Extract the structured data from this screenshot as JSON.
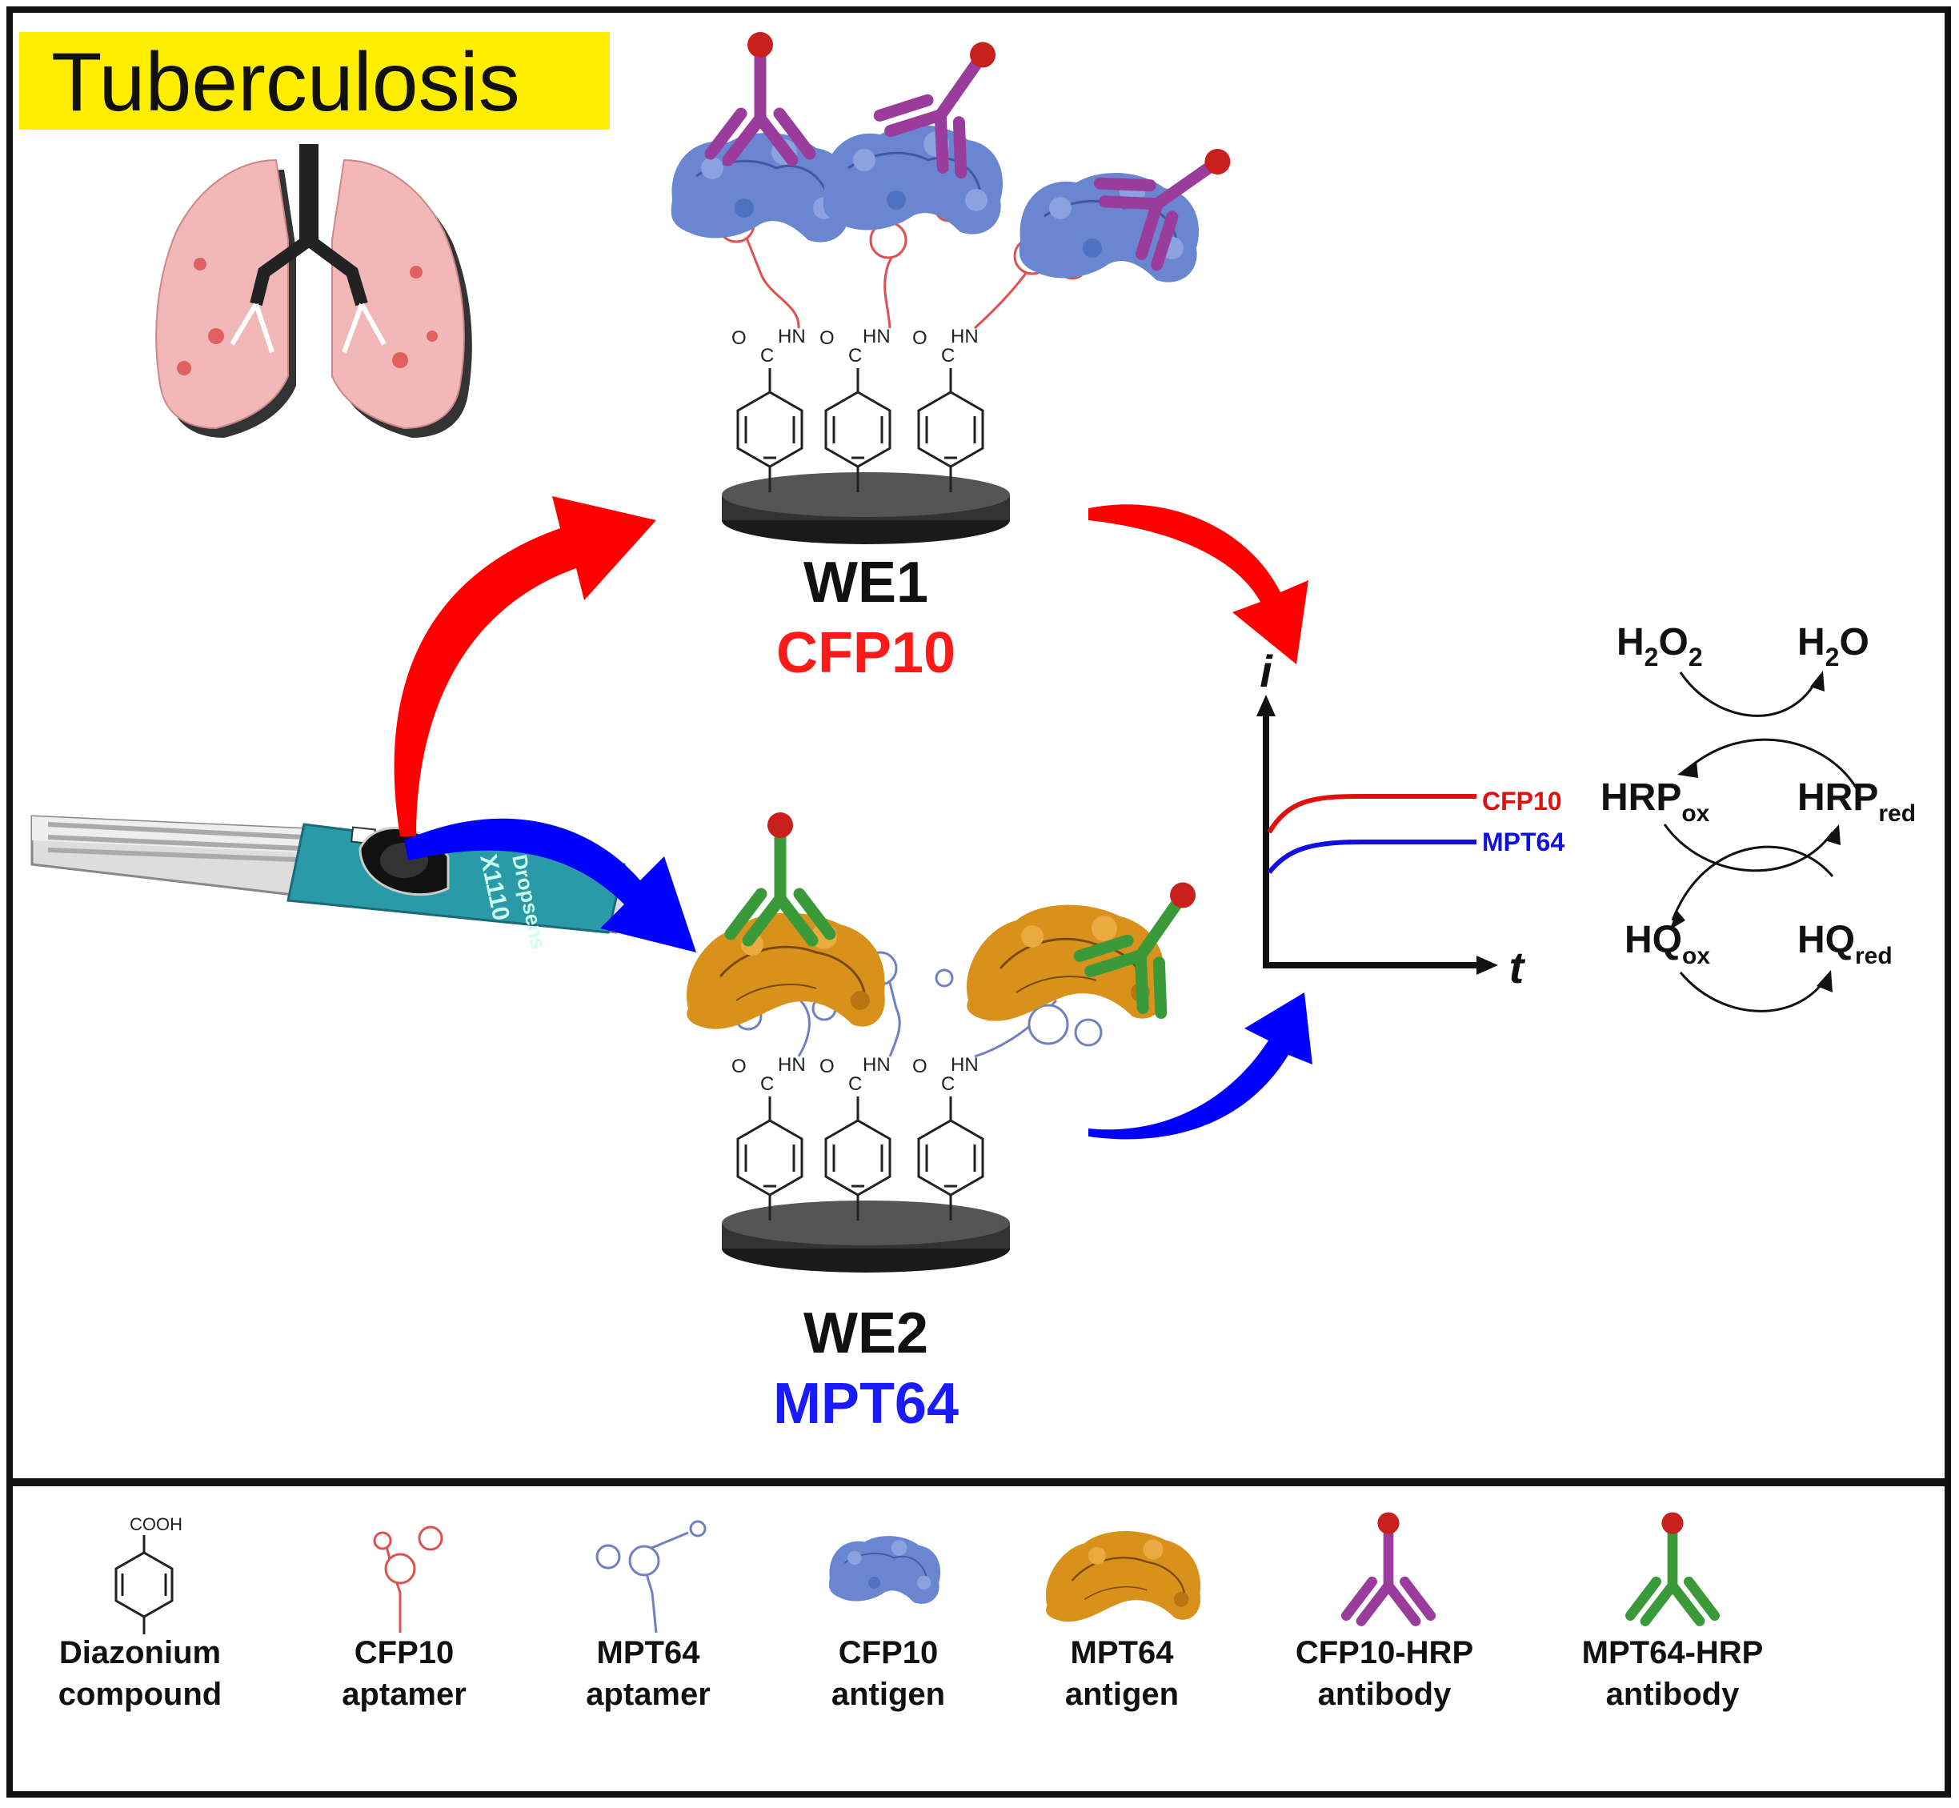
{
  "title": "Tuberculosis",
  "electrodes": [
    {
      "id": "WE1",
      "label": "WE1",
      "target": "CFP10",
      "color": "#ff1a1a"
    },
    {
      "id": "WE2",
      "label": "WE2",
      "target": "MPT64",
      "color": "#1a1aff"
    }
  ],
  "chem": {
    "amide": "HN",
    "carbonyl_o": "O",
    "carbonyl_c": "C",
    "cooh": "COOH"
  },
  "strip_text": [
    "Dropsens",
    "X1110"
  ],
  "plot": {
    "y_axis": "i",
    "x_axis": "t",
    "series": [
      {
        "name": "CFP10",
        "color": "#e01010"
      },
      {
        "name": "MPT64",
        "color": "#1010e0"
      }
    ]
  },
  "cycle": {
    "h2o2": {
      "base": "H",
      "sub1": "2",
      "mid": "O",
      "sub2": "2"
    },
    "h2o": {
      "base": "H",
      "sub1": "2",
      "mid": "O"
    },
    "hrp_ox": {
      "base": "HRP",
      "sub": "ox"
    },
    "hrp_red": {
      "base": "HRP",
      "sub": "red"
    },
    "hq_ox": {
      "base": "HQ",
      "sub": "ox"
    },
    "hq_red": {
      "base": "HQ",
      "sub": "red"
    }
  },
  "legend": [
    {
      "line1": "Diazonium",
      "line2": "compound",
      "icon": "diazonium-icon"
    },
    {
      "line1": "CFP10",
      "line2": "aptamer",
      "icon": "cfp10-aptamer-icon"
    },
    {
      "line1": "MPT64",
      "line2": "aptamer",
      "icon": "mpt64-aptamer-icon"
    },
    {
      "line1": "CFP10",
      "line2": "antigen",
      "icon": "cfp10-antigen-icon"
    },
    {
      "line1": "MPT64",
      "line2": "antigen",
      "icon": "mpt64-antigen-icon"
    },
    {
      "line1": "CFP10-HRP",
      "line2": "antibody",
      "icon": "cfp10-hrp-antibody-icon"
    },
    {
      "line1": "MPT64-HRP",
      "line2": "antibody",
      "icon": "mpt64-hrp-antibody-icon"
    }
  ],
  "colors": {
    "title_bg": "#ffee00",
    "cfp10_aptamer": "#e05050",
    "mpt64_aptamer": "#7080c0",
    "cfp10_antigen": "#6a86d0",
    "mpt64_antigen": "#d8921c",
    "cfp10_antibody": "#9a3c9c",
    "mpt64_antibody": "#3a9a3a",
    "hrp": "#c8201c",
    "red_arrow": "#ff0000",
    "blue_arrow": "#0000ff",
    "lung": "#f2b8b8",
    "strip": "#2a9aa8"
  }
}
